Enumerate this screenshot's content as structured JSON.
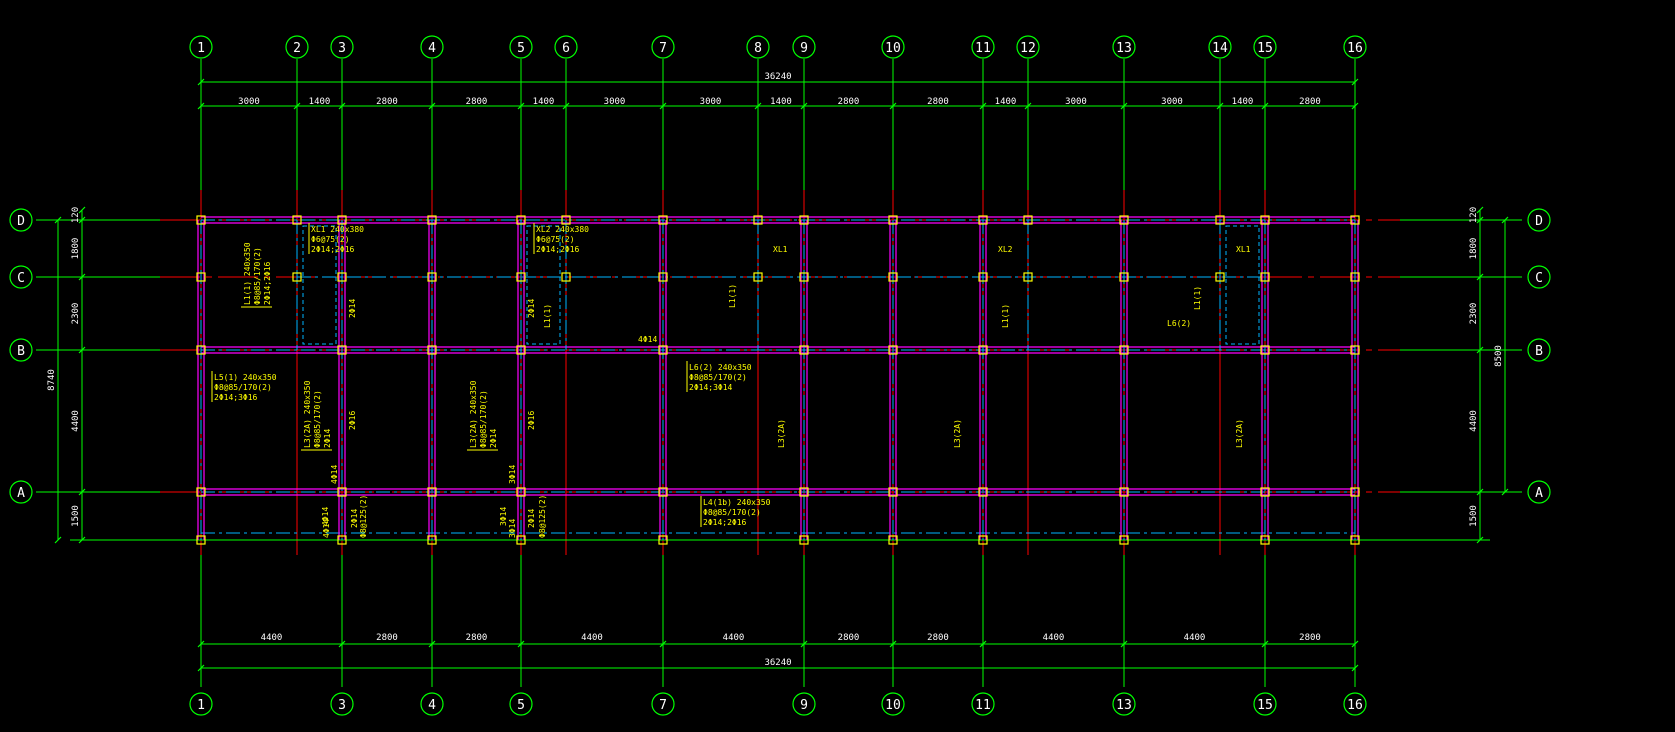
{
  "axes_x_top": [
    "1",
    "2",
    "3",
    "4",
    "5",
    "6",
    "7",
    "8",
    "9",
    "10",
    "11",
    "12",
    "13",
    "14",
    "15",
    "16"
  ],
  "axes_x_bottom": [
    "1",
    "3",
    "4",
    "5",
    "7",
    "9",
    "10",
    "11",
    "13",
    "15",
    "16"
  ],
  "axes_y": [
    "D",
    "C",
    "B",
    "A"
  ],
  "dims": {
    "top_total": "36240",
    "top_segments": [
      "3000",
      "1400",
      "2800",
      "2800",
      "1400",
      "3000",
      "3000",
      "1400",
      "2800",
      "2800",
      "1400",
      "3000",
      "3000",
      "1400",
      "2800"
    ],
    "bottom_segments": [
      "4400",
      "2800",
      "2800",
      "4400",
      "4400",
      "2800",
      "2800",
      "4400",
      "4400",
      "2800"
    ],
    "bottom_total": "36240",
    "left_segments": [
      "120",
      "1800",
      "2300",
      "4400",
      "1500"
    ],
    "left_total": "8740",
    "right_segments": [
      "120",
      "1800",
      "2300",
      "4400",
      "1500"
    ],
    "right_total": "8500"
  },
  "annotations": [
    {
      "lines": [
        "XL1 240x380",
        "Φ6@75(2)",
        "2Φ14;2Φ16"
      ]
    },
    {
      "lines": [
        "XL2 240x380",
        "Φ6@75(2)",
        "2Φ14;2Φ16"
      ]
    },
    {
      "lines": [
        "XL1"
      ]
    },
    {
      "lines": [
        "XL2"
      ]
    },
    {
      "lines": [
        "XL1"
      ]
    },
    {
      "lines": [
        "L1(1) 240x350",
        "Φ8@85/170(2)",
        "2Φ14;2Φ16"
      ]
    },
    {
      "lines": [
        "L5(1) 240x350",
        "Φ8@85/170(2)",
        "2Φ14;3Φ16"
      ]
    },
    {
      "lines": [
        "L6(2) 240x350",
        "Φ8@85/170(2)",
        "2Φ14;3Φ14"
      ]
    },
    {
      "lines": [
        "L3(2A) 240x350",
        "Φ8@85/170(2)",
        "2Φ14"
      ]
    },
    {
      "lines": [
        "L3(2A) 240x350",
        "Φ8@85/170(2)",
        "2Φ14"
      ]
    },
    {
      "lines": [
        "L4(1b) 240x350",
        "Φ8@85/170(2)",
        "2Φ14;2Φ16"
      ]
    },
    {
      "lines": [
        "L1(1)"
      ]
    },
    {
      "lines": [
        "L1(1)"
      ]
    },
    {
      "lines": [
        "L1(1)"
      ]
    },
    {
      "lines": [
        "L1(1)"
      ]
    },
    {
      "lines": [
        "L6(2)"
      ]
    },
    {
      "lines": [
        "L3(2A)"
      ]
    },
    {
      "lines": [
        "L3(2A)"
      ]
    },
    {
      "lines": [
        "L3(2A)"
      ]
    },
    {
      "lines": [
        "2Φ14"
      ]
    },
    {
      "lines": [
        "2Φ14"
      ]
    },
    {
      "lines": [
        "4Φ14"
      ]
    },
    {
      "lines": [
        "2Φ16"
      ]
    },
    {
      "lines": [
        "2Φ16"
      ]
    },
    {
      "lines": [
        "4Φ14"
      ]
    },
    {
      "lines": [
        "3Φ14"
      ]
    },
    {
      "lines": [
        "4Φ14"
      ]
    },
    {
      "lines": [
        "4Φ14"
      ]
    },
    {
      "lines": [
        "2Φ14"
      ]
    },
    {
      "lines": [
        "Φ8@125(2)"
      ]
    },
    {
      "lines": [
        "3Φ14"
      ]
    },
    {
      "lines": [
        "3Φ14"
      ]
    },
    {
      "lines": [
        "2Φ14"
      ]
    },
    {
      "lines": [
        "Φ8@125(2)"
      ]
    }
  ],
  "colors": {
    "background": "#000000",
    "grid_line": "#00ff00",
    "axis_line": "#ff0000",
    "beam_outline": "#ff00ff",
    "beam_center": "#00b4ff",
    "column": "#ffff00",
    "annotation": "#ffff00",
    "text": "#ffffff"
  }
}
